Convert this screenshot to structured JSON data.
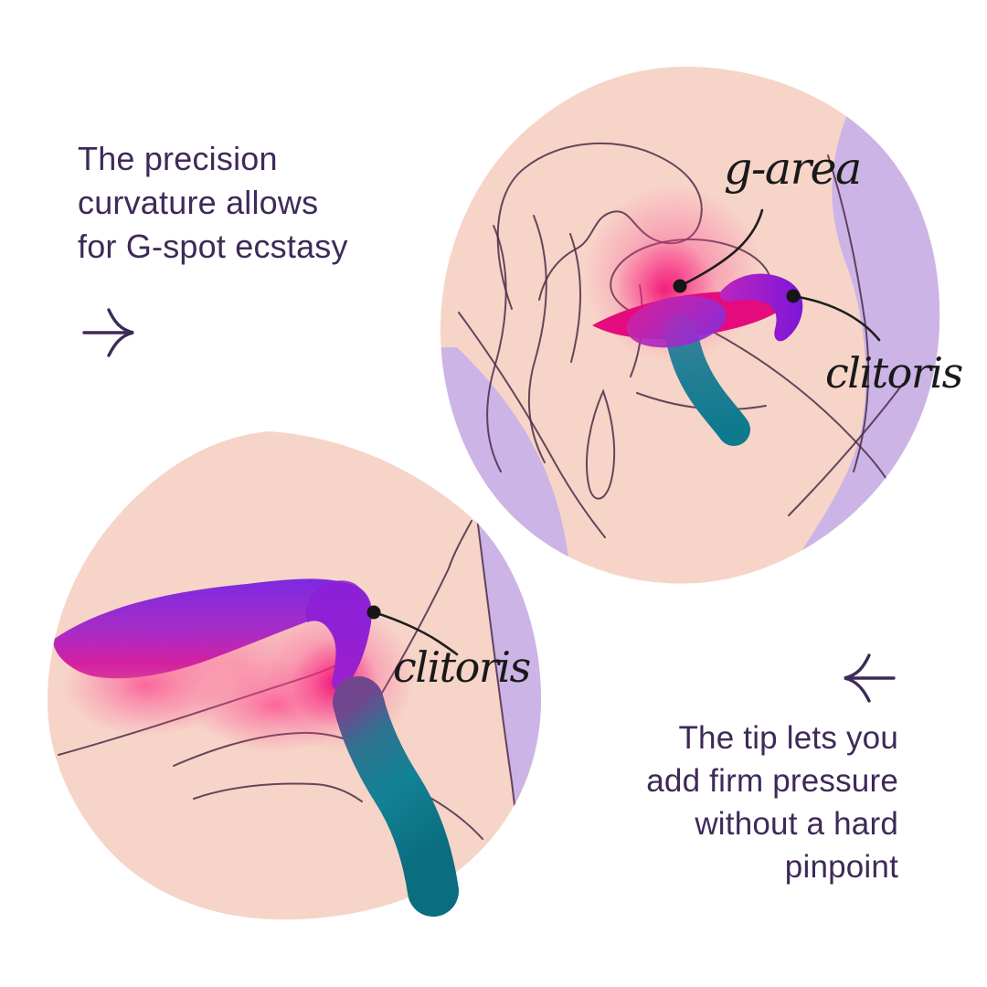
{
  "palette": {
    "bg": "#ffffff",
    "peach": "#f7d4c8",
    "lavender": "#cdb4e6",
    "line_art": "#4b2b46",
    "magenta": "#e30b7d",
    "purple": "#8a1fd8",
    "teal": "#12818f",
    "glow_pink": "#ff2e84",
    "caption_text": "#3e2a58",
    "label_ink": "#191919"
  },
  "captions": {
    "left": {
      "lines": [
        "The precision",
        "curvature allows",
        "for G-spot ecstasy"
      ]
    },
    "right": {
      "lines": [
        "The tip lets you",
        "add firm pressure",
        "without a hard",
        "pinpoint"
      ]
    }
  },
  "icons": {
    "left_caption_arrow": "right-arrow",
    "right_caption_arrow": "left-arrow"
  },
  "diagrams": {
    "top_right": {
      "labels": {
        "g_area": "g-area",
        "clitoris": "clitoris"
      }
    },
    "bottom_left": {
      "labels": {
        "clitoris": "clitoris"
      }
    }
  }
}
